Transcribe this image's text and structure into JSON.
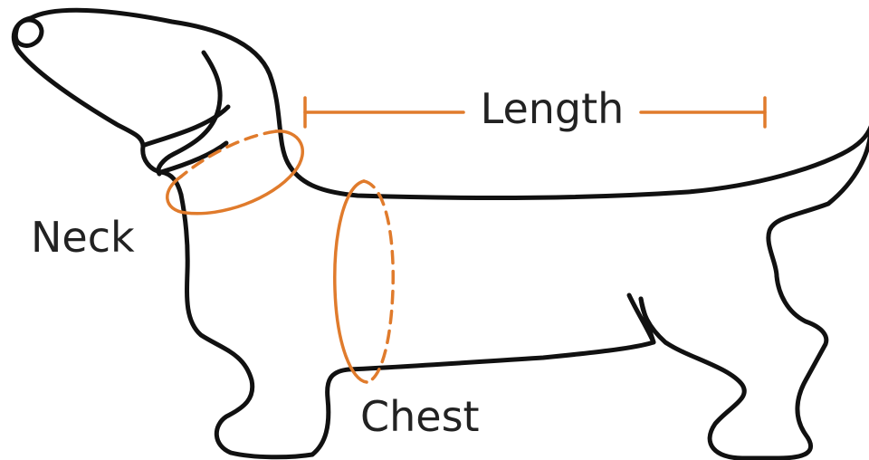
{
  "labels": {
    "neck": "Neck",
    "chest": "Chest",
    "length": "Length"
  },
  "colors": {
    "outline": "#111111",
    "measure": "#e07b2c",
    "text": "#222222",
    "background": "#ffffff"
  }
}
